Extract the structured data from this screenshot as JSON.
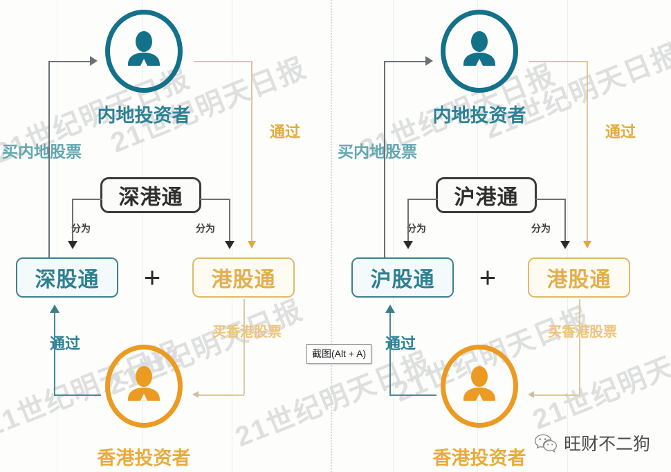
{
  "image": {
    "background_color": "#fdfdfb",
    "divider_color": "#d8d8d8"
  },
  "watermark": {
    "text": "21世纪明天日报",
    "color": "#d9dadb"
  },
  "colors": {
    "mainland_teal": "#13718a",
    "mainland_label_teal": "#2b8196",
    "hk_orange": "#eb9a22",
    "hk_label_orange": "#e9ab3c",
    "gold_line": "#ddc89a",
    "dark_line": "#6b7073"
  },
  "panels": [
    {
      "id": "shenzhen",
      "connect_name": "深港通",
      "top_investor": {
        "icon": "person-icon",
        "label": "内地投资者"
      },
      "bottom_investor": {
        "icon": "person-icon",
        "label": "香港投资者"
      },
      "buy_mainland_label": "买内地股票",
      "buy_hk_label": "买香港股票",
      "via_top_label": "通过",
      "via_bottom_label": "通过",
      "split_label_left": "分为",
      "split_label_right": "分为",
      "plus_symbol": "+",
      "left_box": "深股通",
      "right_box": "港股通"
    },
    {
      "id": "shanghai",
      "connect_name": "沪港通",
      "top_investor": {
        "icon": "person-icon",
        "label": "内地投资者"
      },
      "bottom_investor": {
        "icon": "person-icon",
        "label": "香港投资者"
      },
      "buy_mainland_label": "买内地股票",
      "buy_hk_label": "买香港股票",
      "via_top_label": "通过",
      "via_bottom_label": "通过",
      "split_label_left": "分为",
      "split_label_right": "分为",
      "plus_symbol": "+",
      "left_box": "沪股通",
      "right_box": "港股通"
    }
  ],
  "tooltip": {
    "text": "截图(Alt + A)"
  },
  "wechat_badge": {
    "icon": "wechat-icon",
    "name": "旺财不二狗"
  }
}
